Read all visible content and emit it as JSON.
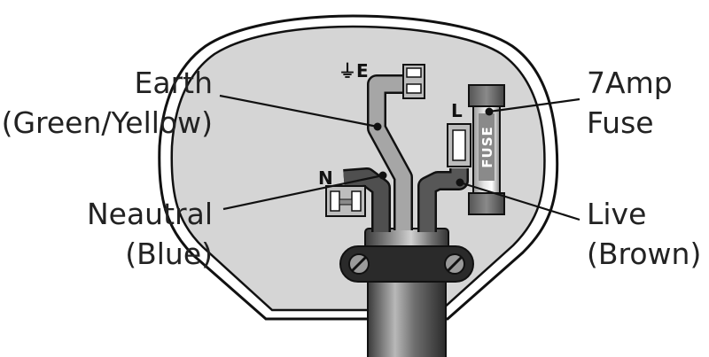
{
  "labels": {
    "earth": {
      "line1": "Earth",
      "line2": "(Green/Yellow)"
    },
    "neutral": {
      "line1": "Neautral",
      "line2": "(Blue)"
    },
    "fuse": {
      "line1": "7Amp",
      "line2": "Fuse"
    },
    "live": {
      "line1": "Live",
      "line2": "(Brown)"
    }
  },
  "terminals": {
    "earth": "⏚E",
    "neutral": "N",
    "live": "L"
  },
  "fuse_marking": "FUSE",
  "colors": {
    "plug_body": "#d5d5d5",
    "outline": "#111111",
    "earth_wire": "#a6a6a6",
    "neutral_wire": "#4f4f4f",
    "live_wire": "#575757",
    "cable_dark": "#2a2a2a"
  }
}
